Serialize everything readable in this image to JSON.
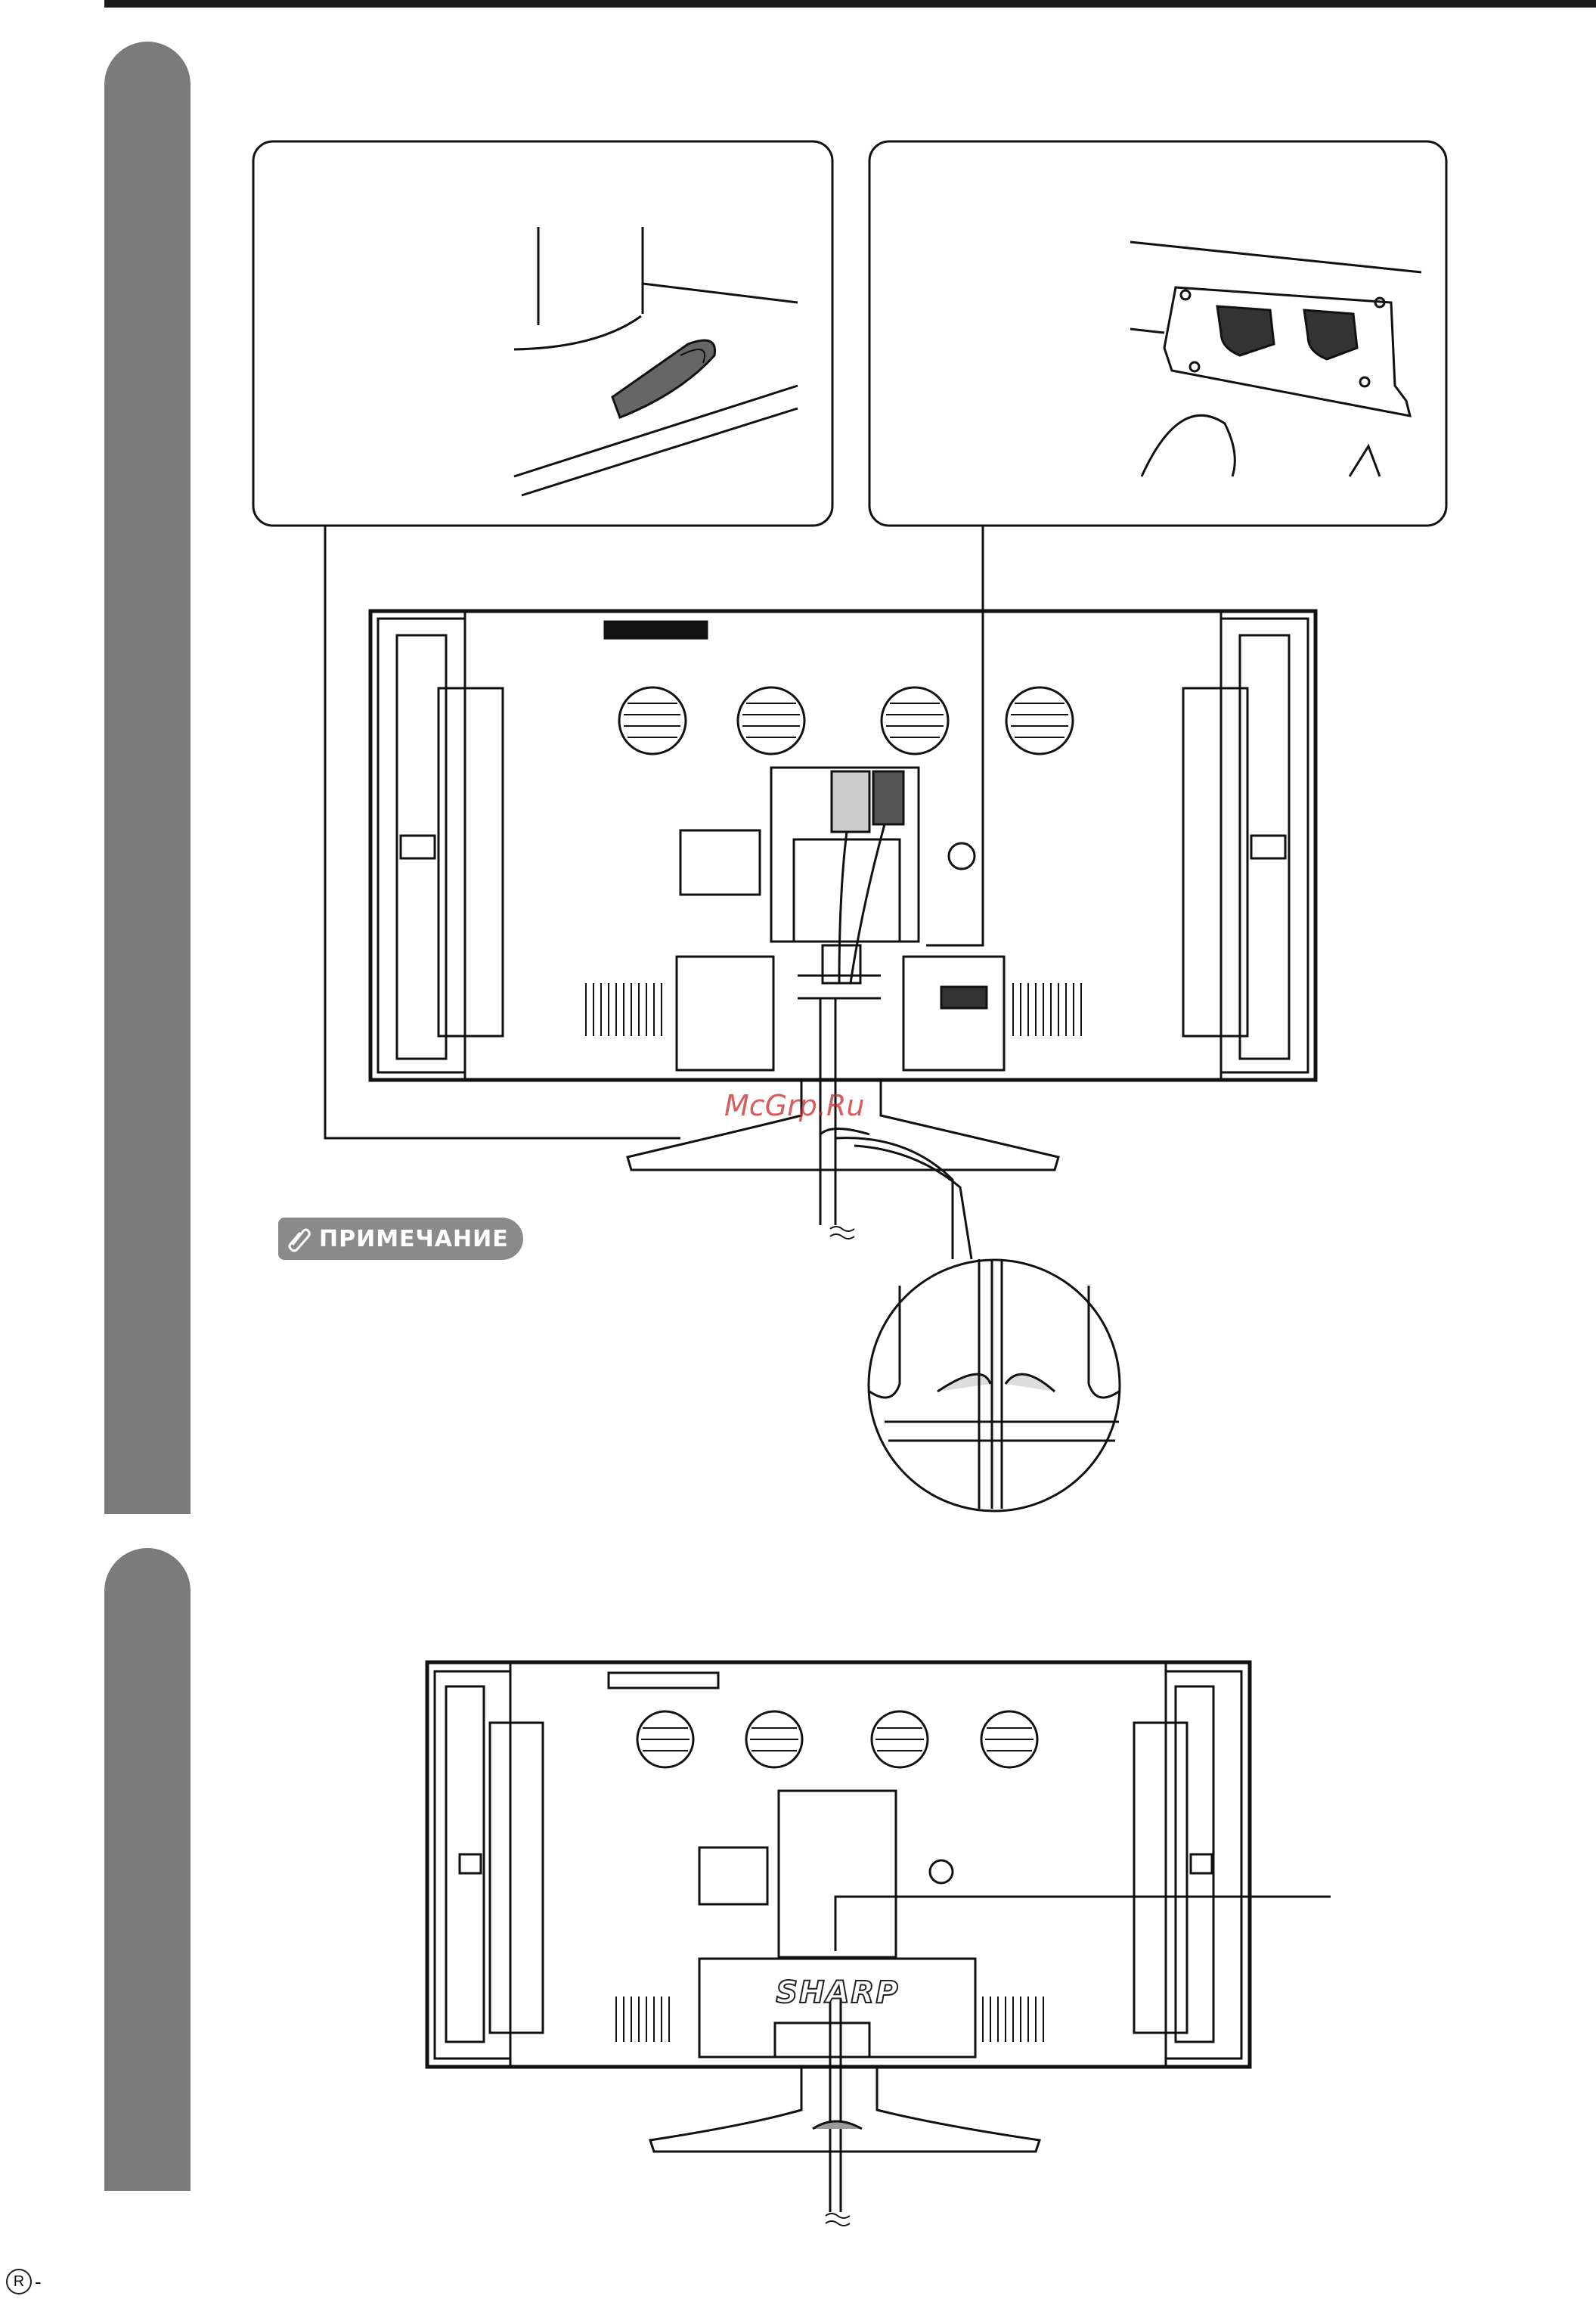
{
  "note": {
    "label": "ПРИМЕЧАНИЕ"
  },
  "watermark": {
    "text": "McGrp.Ru"
  },
  "tv_brand": {
    "text": "SHARP"
  },
  "footer": {
    "region_mark": "R",
    "page_dash": "-"
  },
  "icons": {
    "note": "paperclip-icon",
    "region": "circled-letter-icon"
  },
  "colors": {
    "tab": "#7b7b7b",
    "badge": "#8a8a8a",
    "line": "#111111",
    "watermark": "#c82828"
  }
}
